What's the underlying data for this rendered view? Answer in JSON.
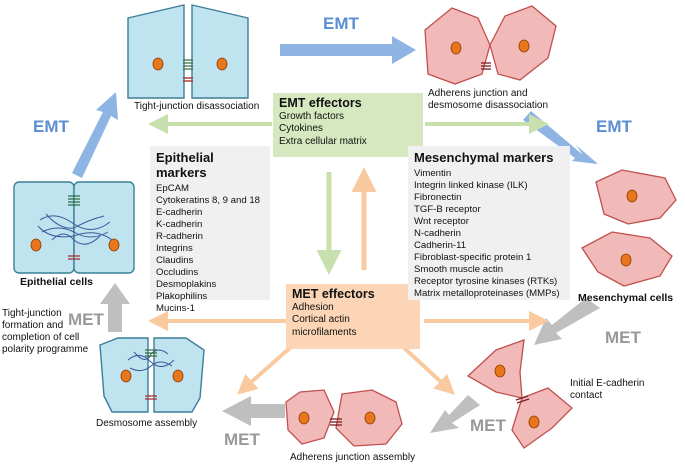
{
  "colors": {
    "epithelial_fill": "#bfe3ef",
    "mesenchymal_fill": "#f2b9b9",
    "nucleus": "#e8761c",
    "emt_arrow": "#8db4e2",
    "met_arrow": "#bfbfbf",
    "emt_box": "#d5e8c0",
    "met_box": "#fbd5b5",
    "marker_box": "#f0f0f0"
  },
  "process_labels": {
    "emt_top": "EMT",
    "emt_left": "EMT",
    "emt_right": "EMT",
    "met_right": "MET",
    "met_bottom_right": "MET",
    "met_bottom_left": "MET",
    "met_left": "MET"
  },
  "cell_labels": {
    "tight_junction_disassociation": "Tight-junction disassociation",
    "adherens_desmosome_disassociation": [
      "Adherens junction and",
      "desmosome disassociation"
    ],
    "epithelial_cells": "Epithelial cells",
    "mesenchymal_cells": "Mesenchymal cells",
    "tight_junction_formation": [
      "Tight-junction",
      "formation and",
      "completion of cell",
      "polarity programme"
    ],
    "initial_ecadherin": [
      "Initial E-cadherin",
      "contact"
    ],
    "desmosome_assembly": "Desmosome assembly",
    "adherens_junction_assembly": "Adherens junction assembly"
  },
  "emt_effectors": {
    "title": "EMT effectors",
    "items": [
      "Growth factors",
      "Cytokines",
      "Extra cellular matrix"
    ]
  },
  "met_effectors": {
    "title": "MET effectors",
    "items": [
      "Adhesion",
      "Cortical actin",
      "microfilaments"
    ]
  },
  "epithelial_markers": {
    "title": "Epithelial markers",
    "items": [
      "EpCAM",
      "Cytokeratins 8, 9 and 18",
      "E-cadherin",
      "K-cadherin",
      "R-cadherin",
      "Integrins",
      "Claudins",
      "Occludins",
      "Desmoplakins",
      "Plakophilins",
      "Mucins-1"
    ]
  },
  "mesenchymal_markers": {
    "title": "Mesenchymal markers",
    "items": [
      "Vimentin",
      "Integrin linked kinase (ILK)",
      "Fibronectin",
      "TGF-B receptor",
      "Wnt receptor",
      "N-cadherin",
      "Cadherin-11",
      "Fibroblast-specific protein 1",
      "Smooth muscle actin",
      "Receptor tyrosine kinases (RTKs)",
      "Matrix metalloproteinases (MMPs)"
    ]
  }
}
